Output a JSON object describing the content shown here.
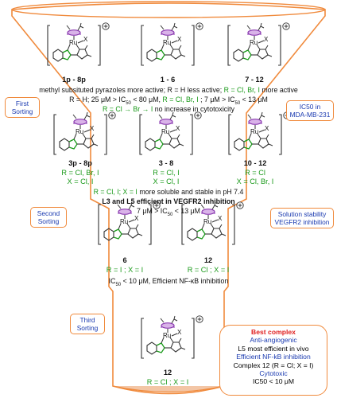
{
  "colors": {
    "funnel": "#f08a3c",
    "green": "#1a9a1a",
    "blue": "#1a3ab0",
    "red": "#e02020",
    "arene": "#8a3ab0"
  },
  "atoms": {
    "ru": "Ru",
    "x": "X",
    "n": "N",
    "h": "H",
    "plus": "+"
  },
  "row1": {
    "labels": [
      "1p - 8p",
      "1 - 6",
      "7 - 12"
    ],
    "line1": "methyl subsituted pyrazoles more active; R = H less active; ",
    "line1_green": "R = Cl, Br, I",
    "line1_end": " more active",
    "line2_a": "R = H;  25 μM > IC",
    "line2_b": "50",
    "line2_c": " < 80 μM, ",
    "line2_green": "R = Cl, Br, I",
    "line2_d": " ; 7 μM > IC",
    "line2_e": "50",
    "line2_f": " < 13 μM",
    "line3_green": "R = Cl → Br → I",
    "line3": " no increase in cytotoxicity"
  },
  "row2": {
    "items": [
      {
        "label": "3p - 8p",
        "r": "R = Cl, Br, I",
        "x": "X = Cl, I"
      },
      {
        "label": "3 - 8",
        "r": "R = Cl, I",
        "x": "X = Cl, I"
      },
      {
        "label": "10 - 12",
        "r": "R = Cl",
        "x": "X = Cl, Br, I"
      }
    ],
    "line1_green": "R = Cl, I; X = I",
    "line1": " more soluble and stable in pH 7.4",
    "line2": "L3 and L5 efficient in VEGFR2 inhibition",
    "line3_a": "7 μM > IC",
    "line3_b": "50",
    "line3_c": " < 13 μM"
  },
  "row3": {
    "items": [
      {
        "label": "6",
        "rx": "R = I ; X = I"
      },
      {
        "label": "12",
        "rx": "R = Cl ; X = I"
      }
    ],
    "line1_a": "IC",
    "line1_b": "50",
    "line1_c": " < 10 μM, Efficient NF-κB inhibition"
  },
  "row4": {
    "label": "12",
    "rx": "R = Cl ; X = I"
  },
  "badges": {
    "first": [
      "First",
      "Sorting"
    ],
    "ic50": [
      "IC50 in",
      "MDA-MB-231"
    ],
    "second": [
      "Second",
      "Sorting"
    ],
    "solution": [
      "Solution stability",
      "VEGFR2 inhibition"
    ],
    "third": [
      "Third",
      "Sorting"
    ]
  },
  "best": {
    "title": "Best complex",
    "l1": "Anti-angiogenic",
    "l2": "L5 most efficient in vivo",
    "l3": "Efficient NF-kB inhibition",
    "l4": "Complex 12 (R = Cl; X = I)",
    "l5": "Cytotoxic",
    "l6": "IC50 < 10 μM"
  }
}
